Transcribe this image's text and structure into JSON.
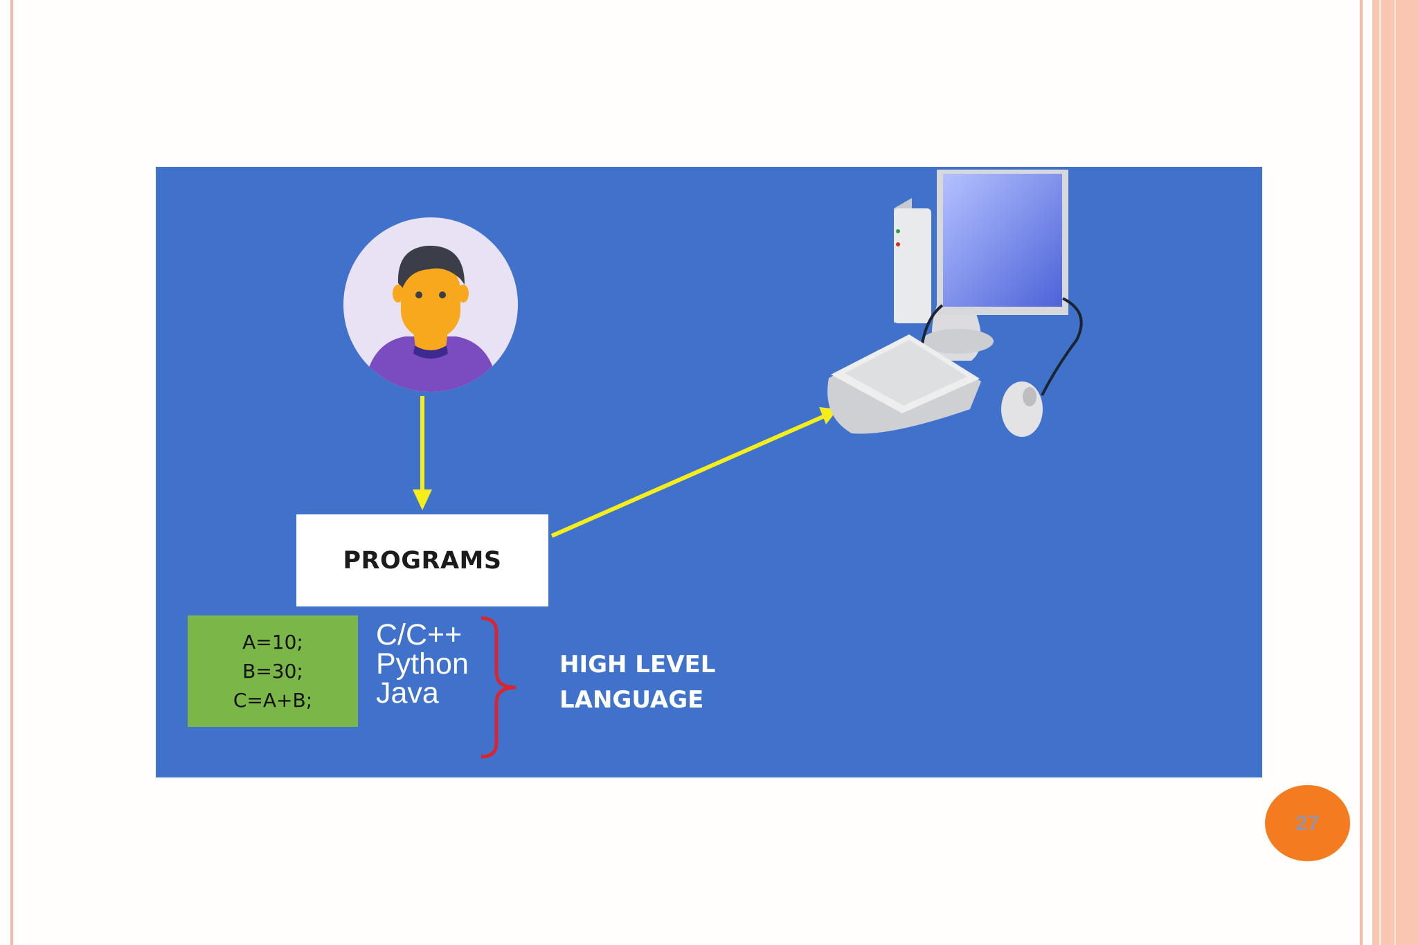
{
  "colors": {
    "slide_border": "#f6b9a3",
    "panel_blue": "#4072cb",
    "arrow_yellow": "#f5ee1a",
    "code_green": "#7ab648",
    "brace_red": "#d9252f",
    "badge_orange": "#f47b20"
  },
  "diagram": {
    "programs_label": "PROGRAMS",
    "code_lines": [
      "A=10;",
      "B=30;",
      "C=A+B;"
    ],
    "languages": [
      "C/C++",
      "Python",
      "Java"
    ],
    "category_lines": [
      "HIGH LEVEL",
      "LANGUAGE"
    ],
    "icons": [
      "user-avatar-icon",
      "desktop-computer-icon",
      "keyboard-icon",
      "mouse-icon"
    ]
  },
  "page_number": "27"
}
